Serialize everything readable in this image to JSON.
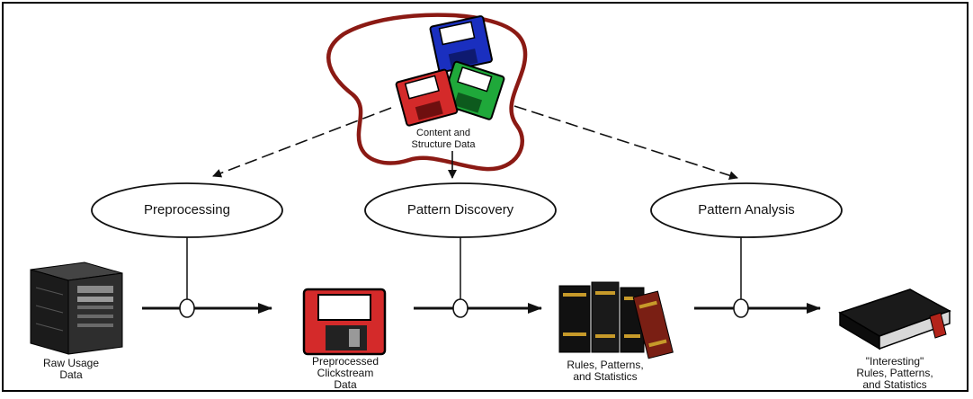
{
  "diagram": {
    "content_label": "Content and\nStructure Data",
    "stages": {
      "preprocessing": "Preprocessing",
      "pattern_discovery": "Pattern Discovery",
      "pattern_analysis": "Pattern Analysis"
    },
    "artifacts": {
      "raw_usage": "Raw Usage\nData",
      "preprocessed": "Preprocessed\nClickstream\nData",
      "rules": "Rules, Patterns,\nand Statistics",
      "interesting": "\"Interesting\"\nRules, Patterns,\nand Statistics"
    },
    "colors": {
      "outline_red": "#8b1a14",
      "disk_blue": "#1a2fbf",
      "disk_green": "#1fa83a",
      "disk_red": "#d42a2a",
      "ink": "#111111",
      "frame": "#000000"
    }
  }
}
